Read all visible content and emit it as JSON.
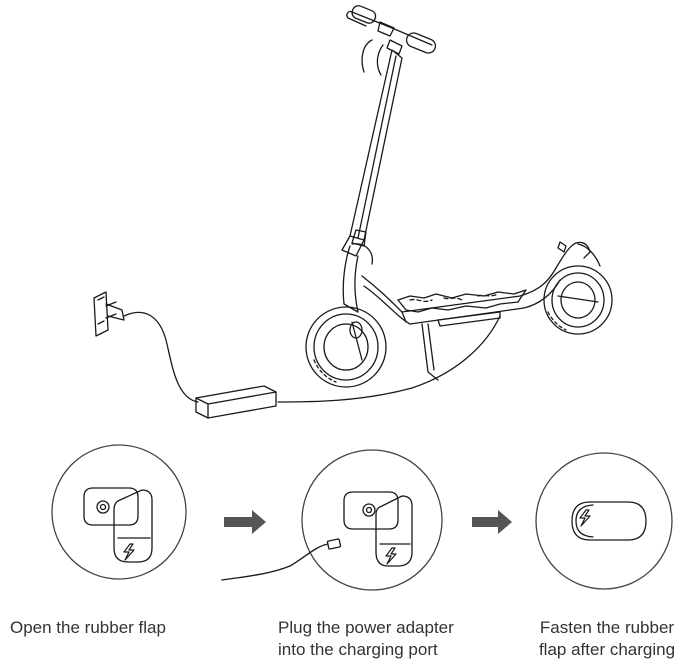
{
  "colors": {
    "line": "#1a1a1a",
    "arrow": "#555555",
    "caption": "#333333"
  },
  "icons": {
    "arrow_1": "right-arrow-icon",
    "arrow_2": "right-arrow-icon",
    "bolt": "lightning-bolt-icon"
  },
  "steps": [
    {
      "lines": [
        "Open the rubber flap"
      ]
    },
    {
      "lines": [
        "Plug the power adapter",
        "into the charging port"
      ]
    },
    {
      "lines": [
        "Fasten the rubber",
        "flap after charging"
      ]
    }
  ]
}
